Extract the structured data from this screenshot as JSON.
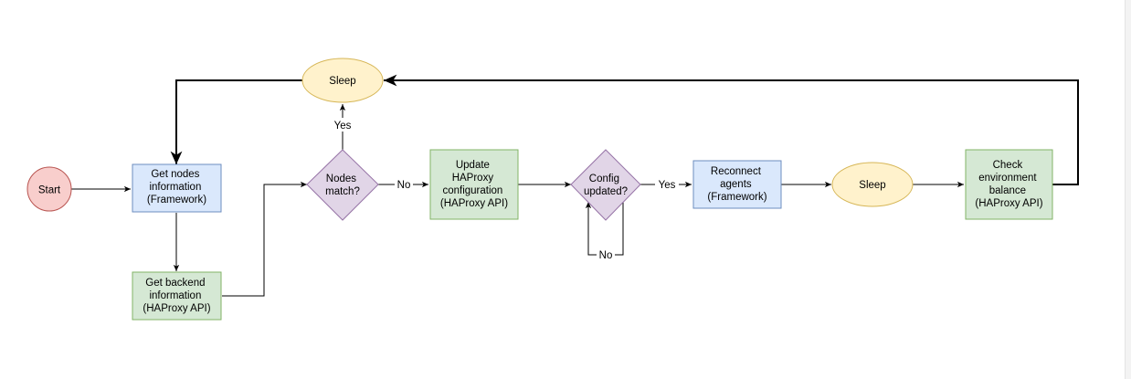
{
  "diagram": {
    "colors": {
      "start_fill": "#f8cecc",
      "start_stroke": "#b85450",
      "framework_fill": "#dae8fc",
      "framework_stroke": "#6c8ebf",
      "haproxy_fill": "#d5e8d4",
      "haproxy_stroke": "#82b366",
      "decision_fill": "#e1d5e7",
      "decision_stroke": "#9673a6",
      "sleep_fill": "#fff2cc",
      "sleep_stroke": "#d6b656",
      "edge": "#000000"
    },
    "nodes": {
      "start": {
        "lines": [
          "Start"
        ],
        "icon": "circle"
      },
      "get_nodes": {
        "lines": [
          "Get nodes",
          "information",
          "(Framework)"
        ]
      },
      "get_backend": {
        "lines": [
          "Get backend",
          "information",
          "(HAProxy API)"
        ]
      },
      "nodes_match": {
        "lines": [
          "Nodes",
          "match?"
        ]
      },
      "sleep_top": {
        "lines": [
          "Sleep"
        ]
      },
      "update_haproxy": {
        "lines": [
          "Update",
          "HAProxy",
          "configuration",
          "(HAProxy API)"
        ]
      },
      "config_updated": {
        "lines": [
          "Config",
          "updated?"
        ]
      },
      "reconnect": {
        "lines": [
          "Reconnect",
          "agents",
          "(Framework)"
        ]
      },
      "sleep_mid": {
        "lines": [
          "Sleep"
        ]
      },
      "check_balance": {
        "lines": [
          "Check",
          "environment",
          "balance",
          "(HAProxy API)"
        ]
      }
    },
    "edge_labels": {
      "yes_up": "Yes",
      "no_right": "No",
      "yes_right": "Yes",
      "no_loop": "No"
    }
  }
}
